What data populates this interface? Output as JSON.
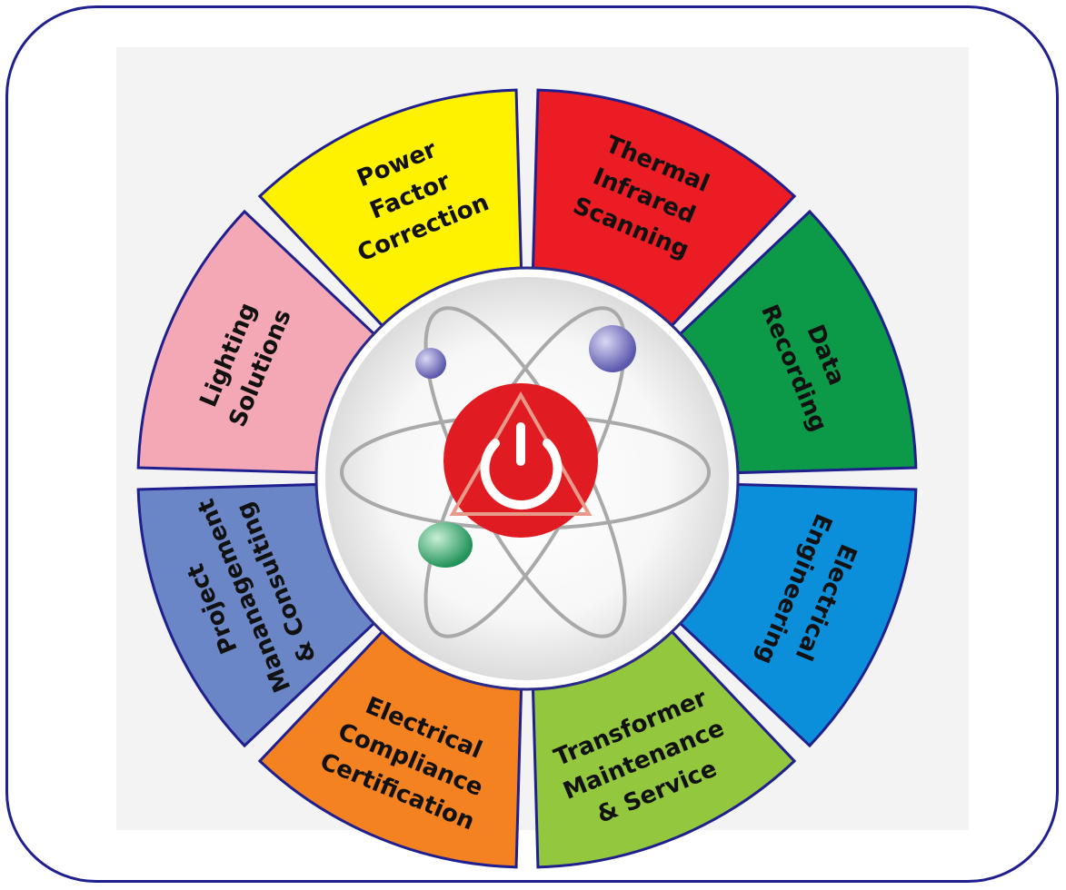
{
  "segments": [
    {
      "id": "power-factor",
      "lines": [
        "Power",
        "Factor",
        "Correction"
      ],
      "color": "#fff200",
      "flip": false
    },
    {
      "id": "thermal",
      "lines": [
        "Thermal",
        "Infrared",
        "Scanning"
      ],
      "color": "#ec1c24",
      "flip": false
    },
    {
      "id": "data-recording",
      "lines": [
        "Data",
        "Recording"
      ],
      "color": "#0c9a48",
      "flip": false
    },
    {
      "id": "electrical-engineering",
      "lines": [
        "Electrical",
        "Engineering"
      ],
      "color": "#0c8fdb",
      "flip": false
    },
    {
      "id": "transformer",
      "lines": [
        "Transformer",
        "Maintenance",
        "& Service"
      ],
      "color": "#93c83e",
      "flip": true
    },
    {
      "id": "electrical-compliance",
      "lines": [
        "Electrical",
        "Compliance",
        "Certification"
      ],
      "color": "#f58220",
      "flip": true
    },
    {
      "id": "project-management",
      "lines": [
        "Project",
        "Mananagement",
        "& Consulting"
      ],
      "color": "#6a86c6",
      "flip": false
    },
    {
      "id": "lighting",
      "lines": [
        "Lighting",
        "Solutions"
      ],
      "color": "#f4a7b4",
      "flip": false
    }
  ],
  "colors": {
    "outline": "#1f1f8f",
    "power_red": "#e11b22",
    "orbit": "#a9a9a9",
    "electron_purple": "#7a78c4",
    "electron_green": "#3fae68"
  }
}
